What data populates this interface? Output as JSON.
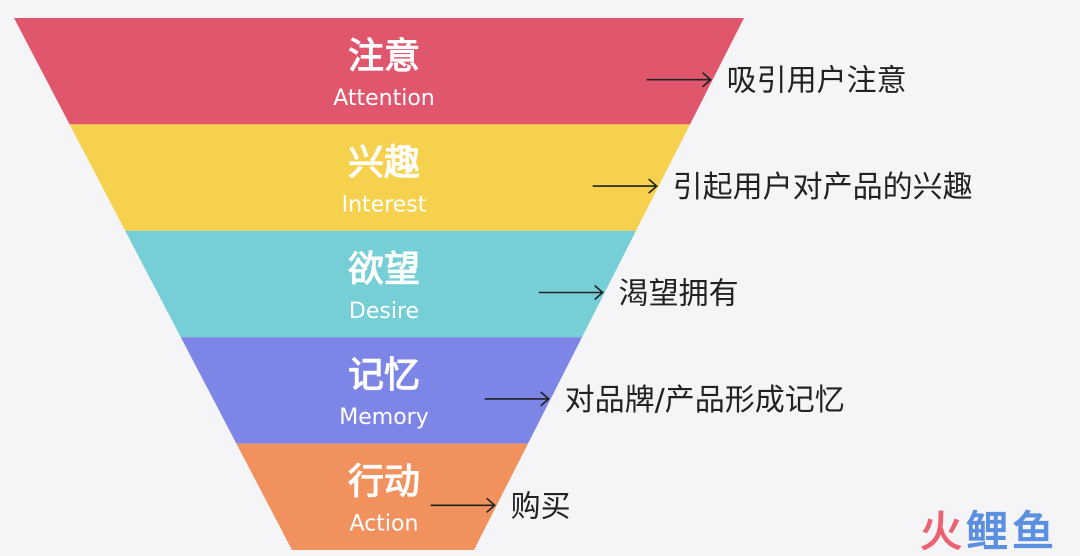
{
  "funnel": {
    "stages": [
      {
        "zh": "注意",
        "en": "Attention",
        "description": "吸引用户注意",
        "color": "#e0566c"
      },
      {
        "zh": "兴趣",
        "en": "Interest",
        "description": "引起用户对产品的兴趣",
        "color": "#f6d14e"
      },
      {
        "zh": "欲望",
        "en": "Desire",
        "description": "渴望拥有",
        "color": "#76ced6"
      },
      {
        "zh": "记忆",
        "en": "Memory",
        "description": "对品牌/产品形成记忆",
        "color": "#7d86e7"
      },
      {
        "zh": "行动",
        "en": "Action",
        "description": "购买",
        "color": "#f0915e"
      }
    ]
  },
  "watermark": {
    "chars": [
      "火",
      "鲤",
      "鱼"
    ],
    "colors": [
      "#e9495c",
      "#3f7ddb",
      "#3f7ddb"
    ]
  }
}
